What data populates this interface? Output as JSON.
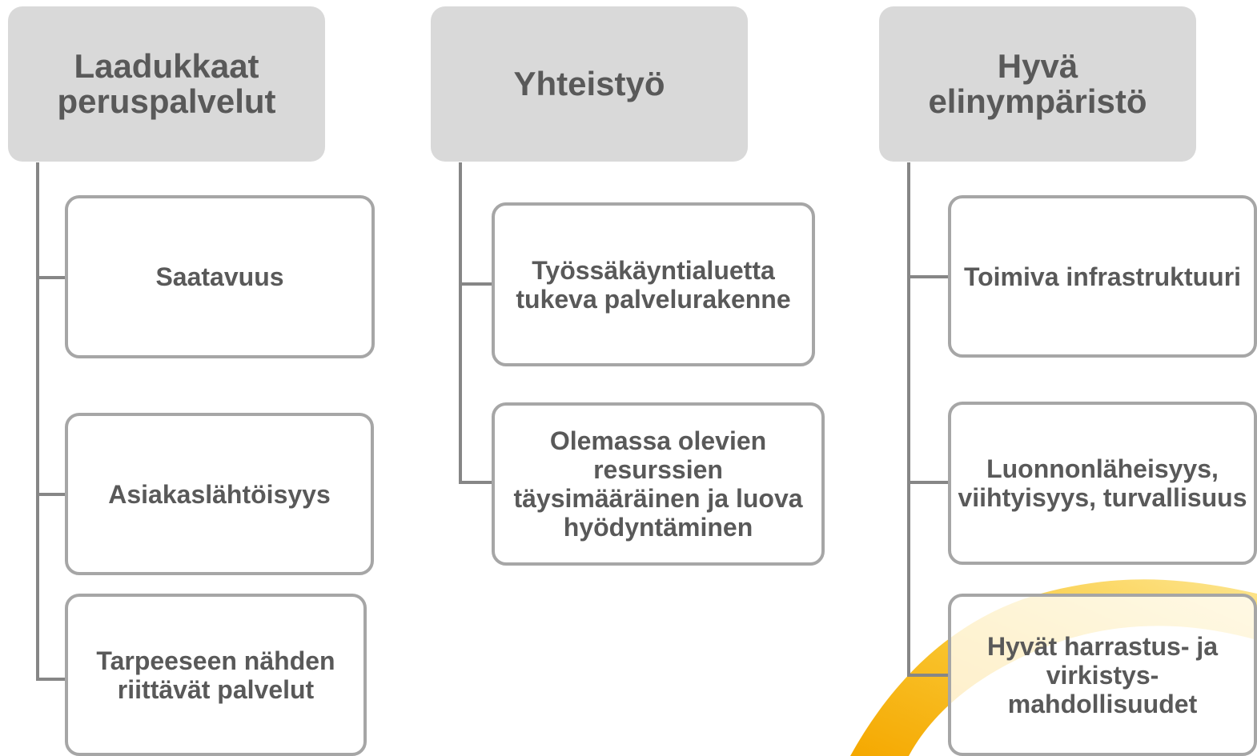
{
  "colors": {
    "header_fill": "#d9d9d9",
    "box_border": "#a6a6a6",
    "connector": "#868686",
    "text": "#595959",
    "swoosh_primary": "#f7b500",
    "swoosh_secondary": "#fcd96b"
  },
  "columns": [
    {
      "header": "Laadukkaat peruspalvelut",
      "items": [
        "Saatavuus",
        "Asiakaslähtöisyys",
        "Tarpeeseen nähden riittävät palvelut"
      ]
    },
    {
      "header": "Yhteistyö",
      "items": [
        "Työssäkäyntialuetta tukeva palvelurakenne",
        "Olemassa olevien resurssien täysimääräinen ja luova hyödyntäminen"
      ]
    },
    {
      "header": "Hyvä elinympäristö",
      "items": [
        "Toimiva infrastruktuuri",
        "Luonnonläheisyys, viihtyisyys, turvallisuus",
        "Hyvät harrastus- ja virkistys-mahdollisuudet"
      ]
    }
  ]
}
